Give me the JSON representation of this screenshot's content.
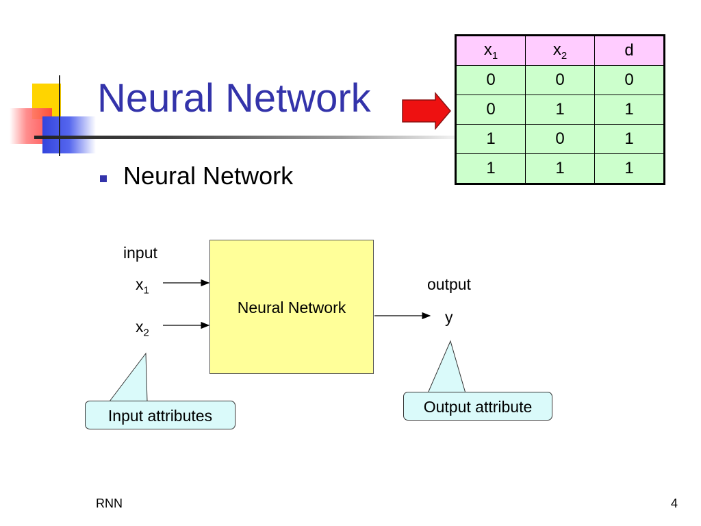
{
  "slide": {
    "title": "Neural Network",
    "bullet": "Neural Network",
    "footer_left": "RNN",
    "page_number": "4"
  },
  "truth_table": {
    "headers": [
      {
        "base": "x",
        "sub": "1"
      },
      {
        "base": "x",
        "sub": "2"
      },
      {
        "base": "d",
        "sub": ""
      }
    ],
    "rows": [
      [
        "0",
        "0",
        "0"
      ],
      [
        "0",
        "1",
        "1"
      ],
      [
        "1",
        "0",
        "1"
      ],
      [
        "1",
        "1",
        "1"
      ]
    ]
  },
  "diagram": {
    "input_label": "input",
    "x1": {
      "base": "x",
      "sub": "1"
    },
    "x2": {
      "base": "x",
      "sub": "2"
    },
    "box_label": "Neural Network",
    "output_label": "output",
    "y_label": "y",
    "input_callout": "Input attributes",
    "output_callout": "Output attribute"
  },
  "colors": {
    "title": "#3333aa",
    "table_header": "#ffccff",
    "table_body": "#ccffcc",
    "nn_box": "#ffff99",
    "callout": "#dafafa",
    "arrow_red": "#ee1111"
  }
}
